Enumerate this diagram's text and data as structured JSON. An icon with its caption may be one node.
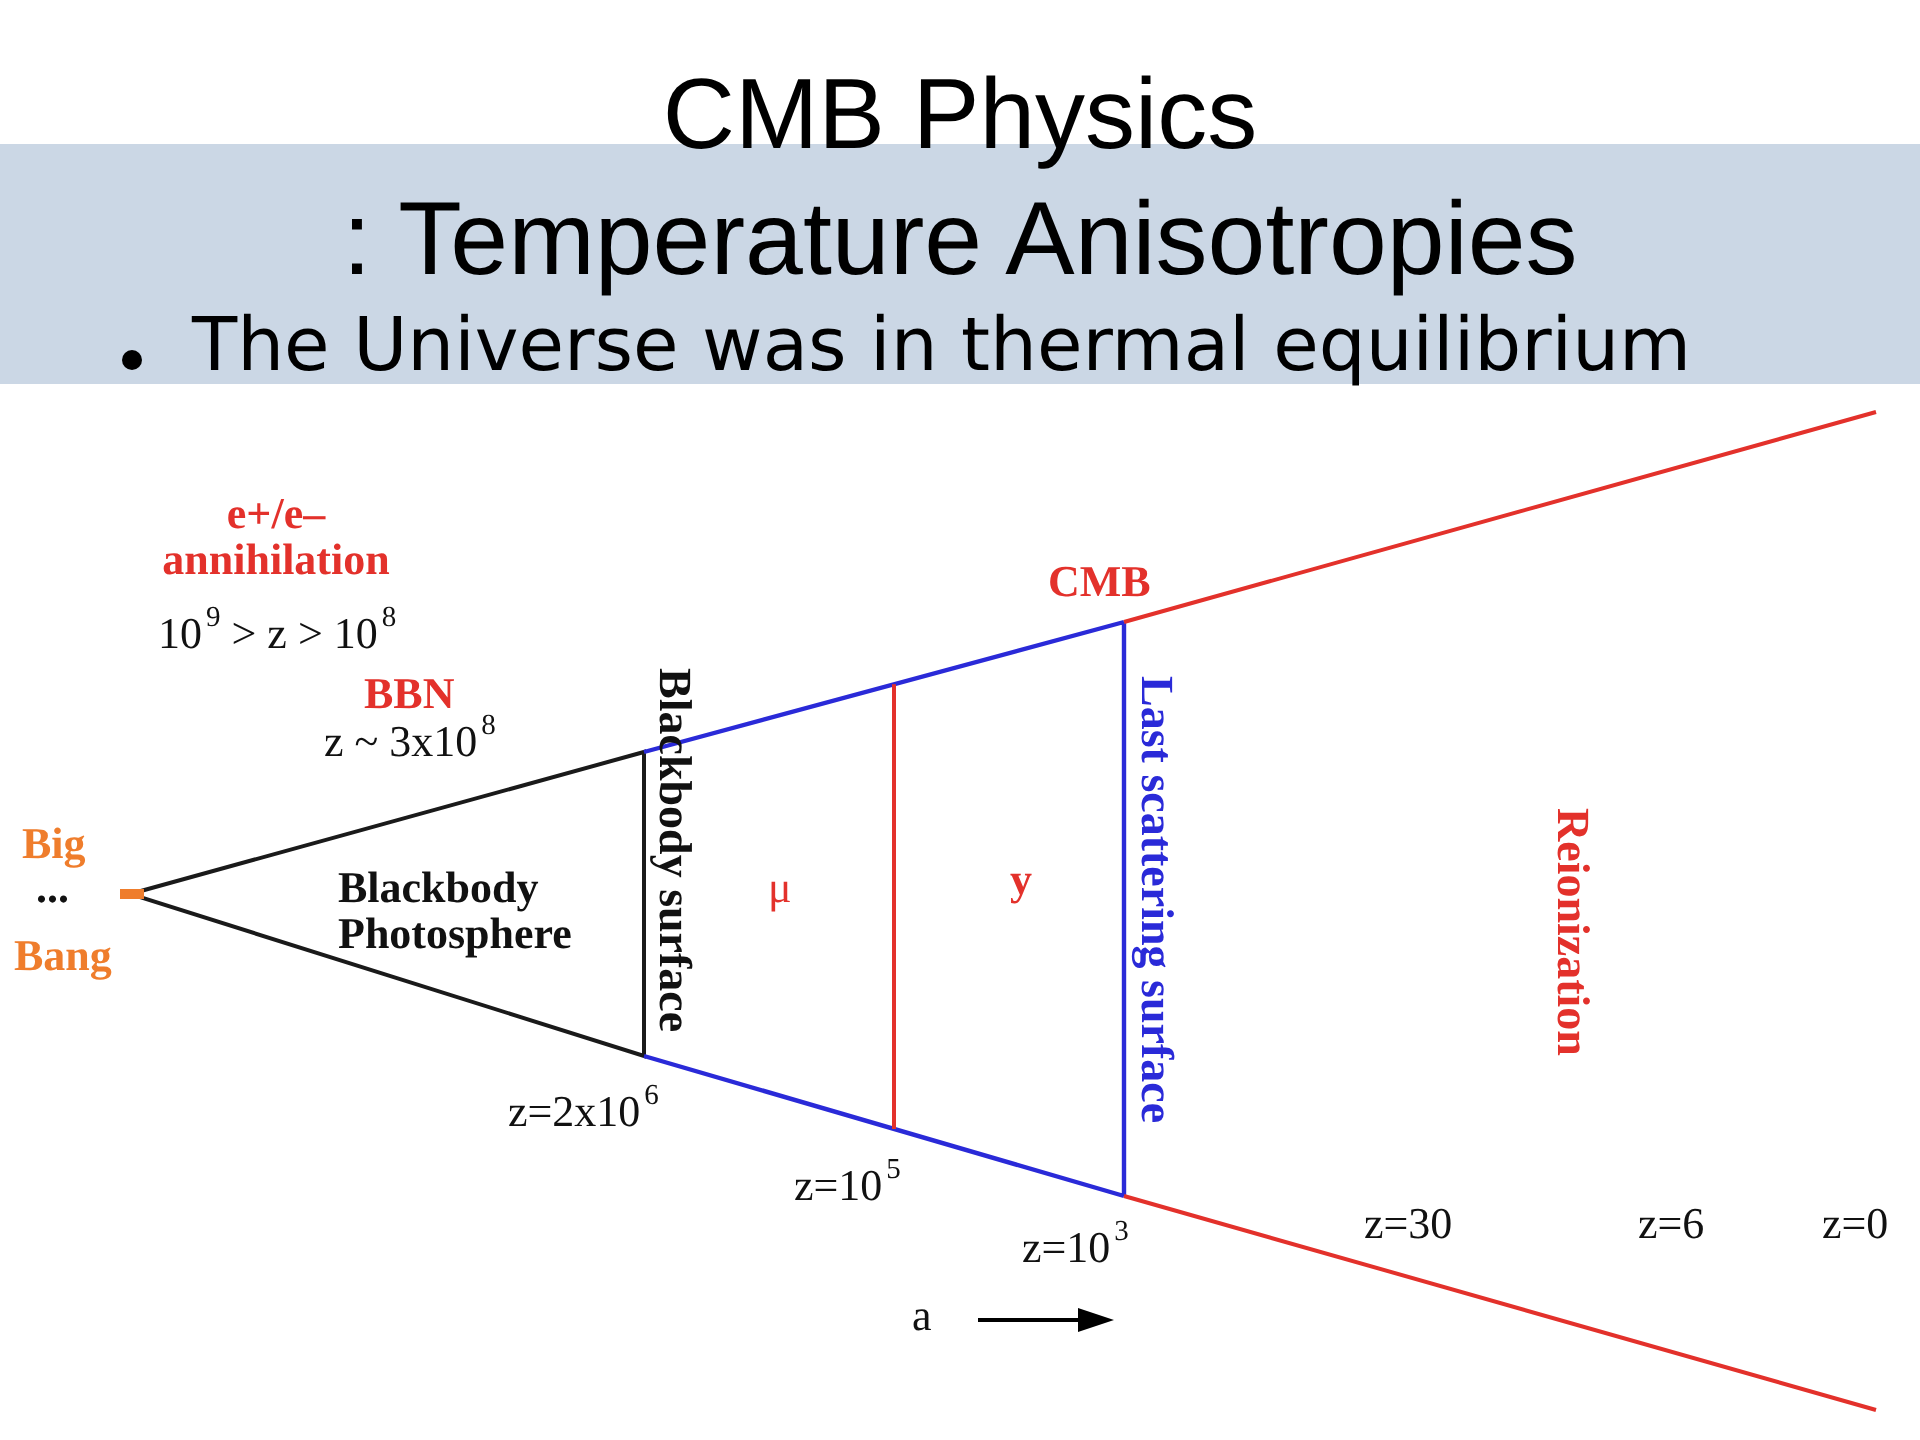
{
  "diagram": {
    "title": "CMB Physics",
    "labels": [
      ": Temperature Anisotropies",
      "The Universe was in thermal equilibrium",
      "e+/e– annihilation",
      "10$^{9}$ > z > 10$^{8}$",
      "CMB",
      "BBN",
      "z ~ 3x10$^{8}$",
      "Big",
      "...",
      "Bang",
      "Blackbody Photosphere",
      "Blackbody surface",
      "μ",
      "y",
      "Last scattering surface",
      "Reionization",
      "z=2x10$^{6}$",
      "z=10$^{5}$",
      "z=10$^{3}$",
      "z=30",
      "z=6",
      "z=0",
      "a"
    ]
  }
}
